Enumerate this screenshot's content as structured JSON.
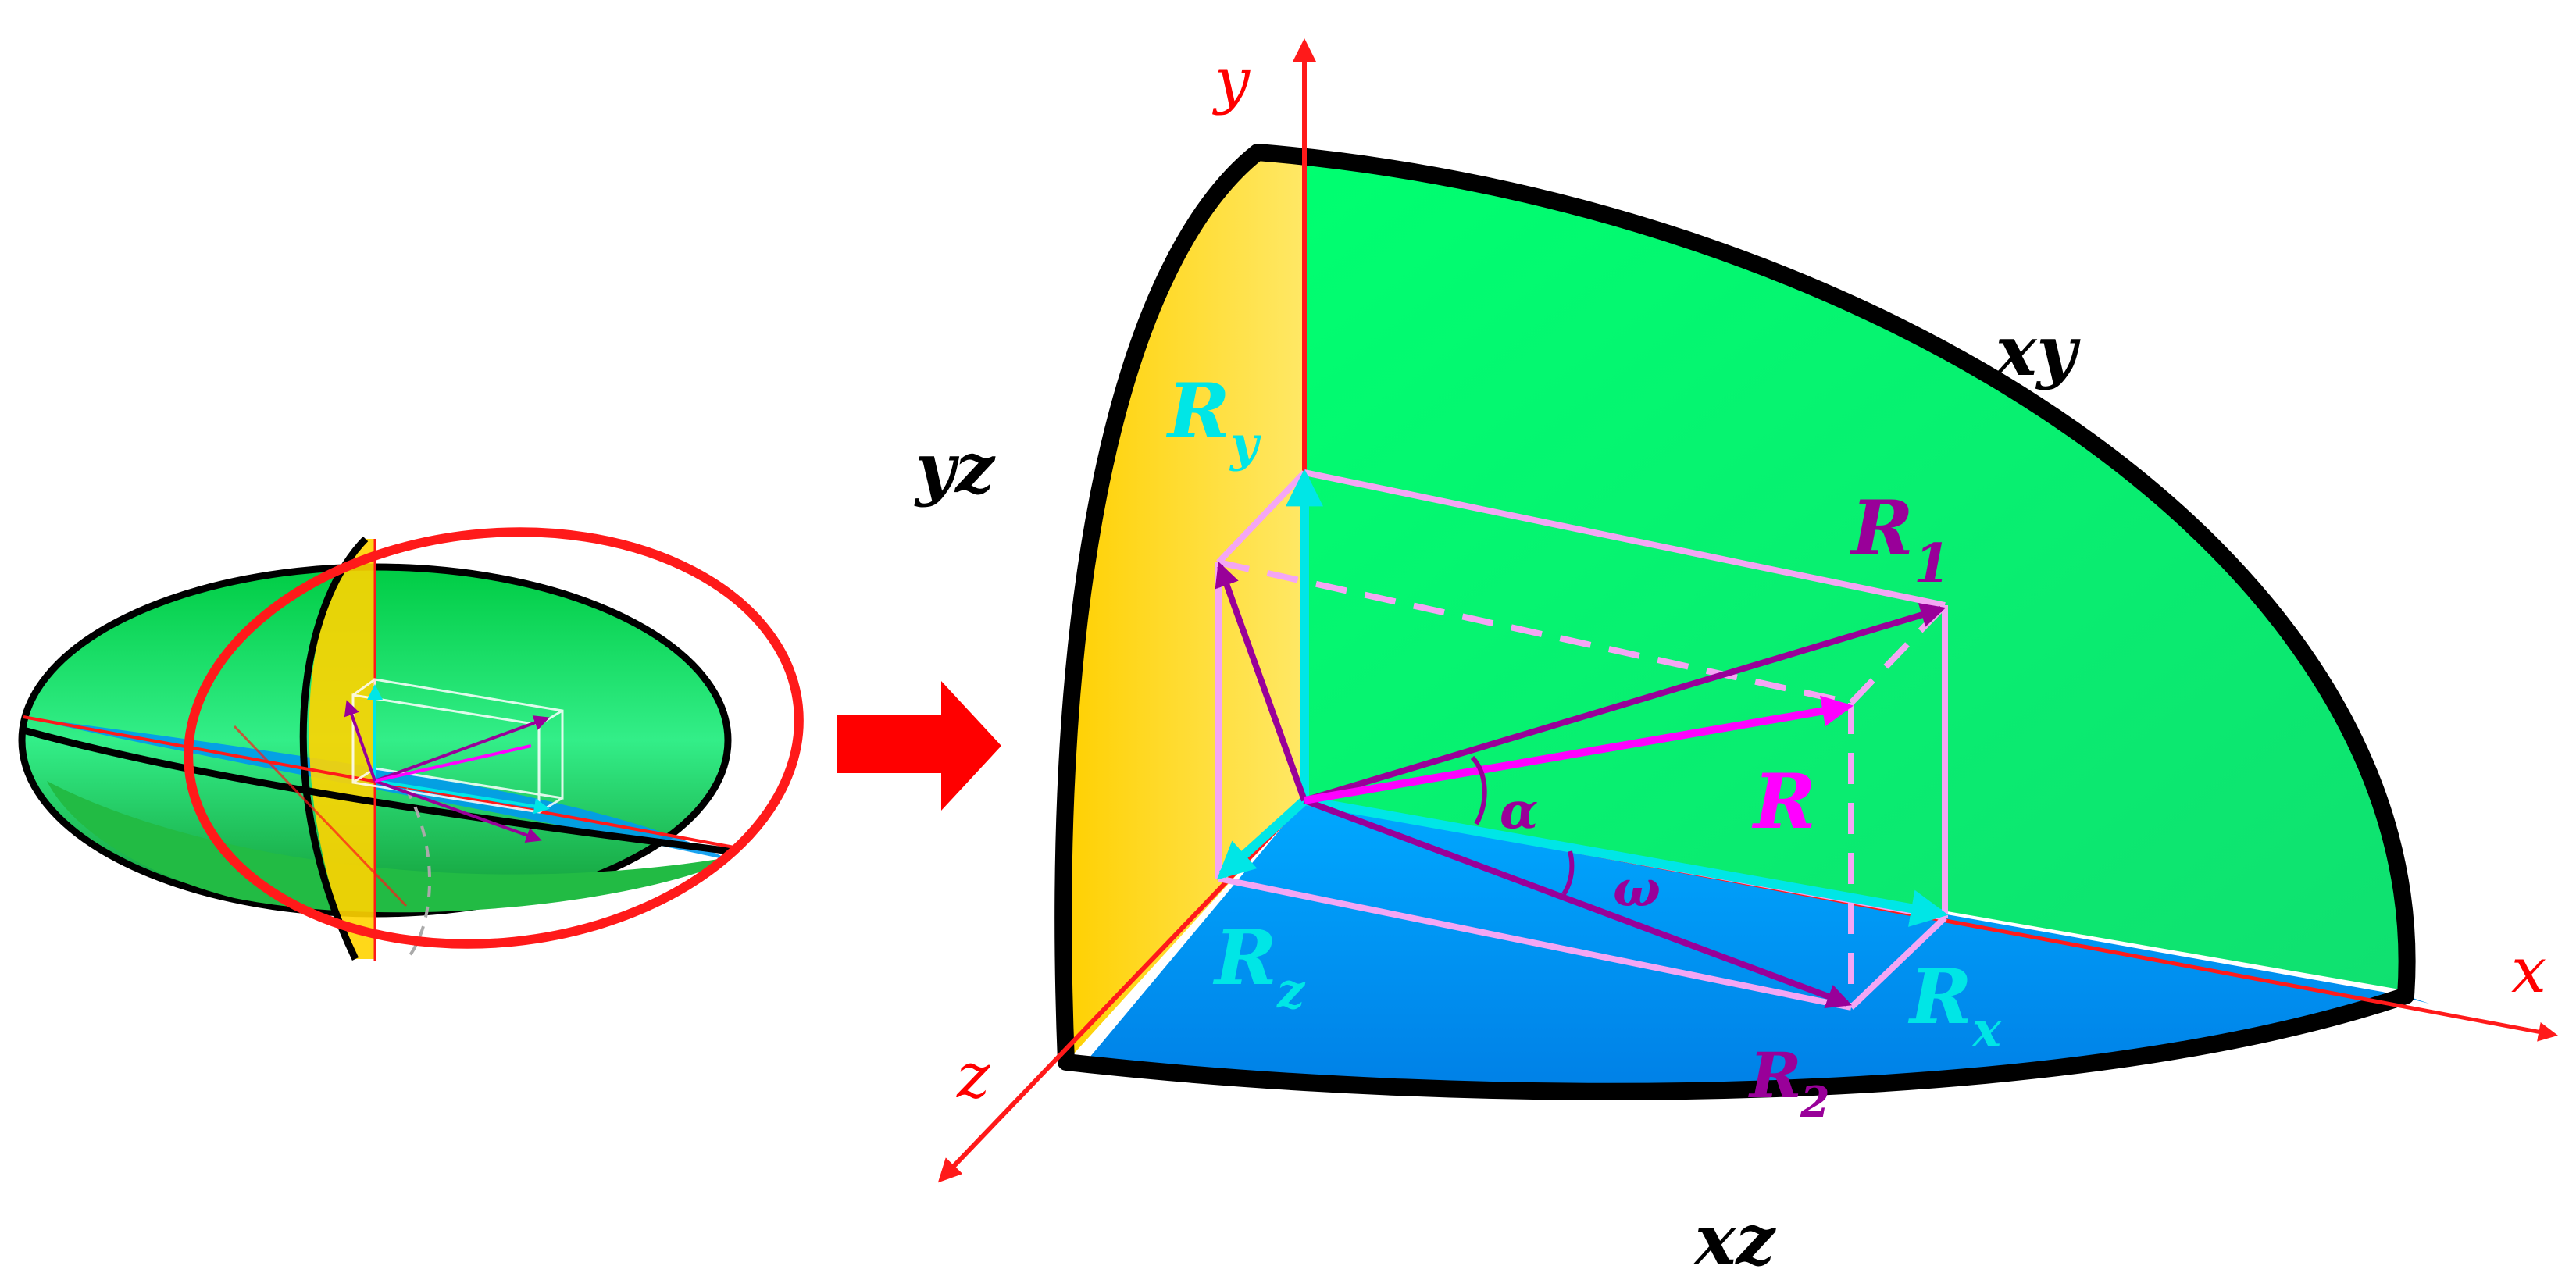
{
  "labels": {
    "axis_x": "x",
    "axis_y": "y",
    "axis_z": "z",
    "plane_xy": "xy",
    "plane_yz": "yz",
    "plane_xz": "xz",
    "vec_R": "R",
    "vec_R1": "R",
    "vec_R1_sub": "1",
    "vec_R2": "R",
    "vec_R2_sub": "2",
    "vec_Rx": "R",
    "vec_Rx_sub": "x",
    "vec_Ry": "R",
    "vec_Ry_sub": "y",
    "vec_Rz": "R",
    "vec_Rz_sub": "z",
    "angle_alpha": "α",
    "angle_omega": "ω"
  },
  "colors": {
    "xy_plane": "#00ff80",
    "yz_plane": "#ffd400",
    "xz_plane": "#0099ff",
    "axis": "#ff1a1a",
    "outline": "#000000",
    "box_edges": "#f4a6f4",
    "component_vectors": "#00e6e6",
    "vector_R": "#ff00ff",
    "vector_R1_R2": "#990099",
    "arrow": "#ff0000"
  }
}
